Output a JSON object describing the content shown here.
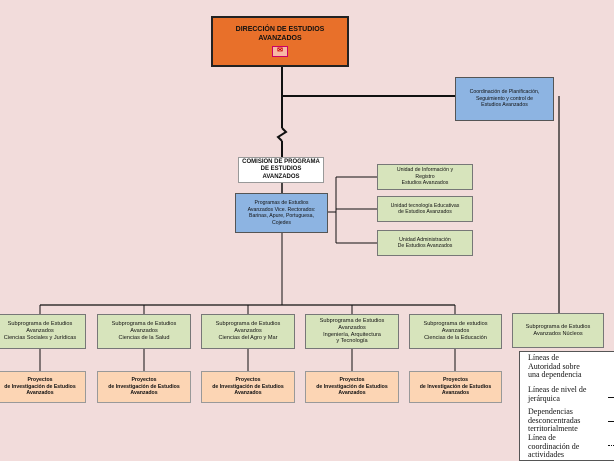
{
  "top": {
    "title": "DIRECCIÓN DE ESTUDIOS\nAVANZADOS",
    "icon": "document-icon"
  },
  "coordination": "Coordinación de Planificación,\nSeguimiento y control de\nEstudios Avanzados",
  "commission": "COMISION DE PROGRAMA\nDE ESTUDIOS AVANZADOS",
  "vice_programs": "Programas de Estudios\nAvanzados Vice. Rectorados:\nBarinas, Apure, Portuguesa,\nCojedes",
  "units": [
    {
      "label": "Unidad de Información y\nRegistro\nEstudios Avanzados"
    },
    {
      "label": "Unidad tecnología Educativas\nde Estudios Avanzados"
    },
    {
      "label": "Unidad Administración\nDe Estudios Avanzados"
    }
  ],
  "subprograms": [
    {
      "label": "Subprograma de Estudios\nAvanzados\nCiencias Sociales y Jurídicas"
    },
    {
      "label": "Subprograma de Estudios\nAvanzados\nCiencias de la Salud"
    },
    {
      "label": "Subprograma de Estudios\nAvanzados\nCiencias del Agro y Mar"
    },
    {
      "label": "Subprograma de Estudios\nAvanzados\nIngeniería, Arquitectura\ny Tecnología"
    },
    {
      "label": "Subprograma de estudios\nAvanzados\nCiencias de la Educación"
    }
  ],
  "projects": [
    {
      "label": "Proyectos\nde Investigación de Estudios\nAvanzados"
    },
    {
      "label": "Proyectos\nde Investigación de Estudios\nAvanzados"
    },
    {
      "label": "Proyectos\nde Investigación de Estudios\nAvanzados"
    },
    {
      "label": "Proyectos\nde Investigación de Estudios\nAvanzados"
    },
    {
      "label": "Proyectos\nde Investigación de Estudios\nAvanzados"
    }
  ],
  "nucleos": "Subprograma de Estudios\nAvanzados Núcleos",
  "legend": [
    {
      "label": "Líneas de\nAutoridad sobre\nuna dependencia"
    },
    {
      "label": "Líneas de nivel de\njerárquica"
    },
    {
      "label": "Dependencias\ndesconcentradas\nterritorialmente"
    },
    {
      "label": "Línea de\ncoordinación de\nactividades"
    }
  ]
}
